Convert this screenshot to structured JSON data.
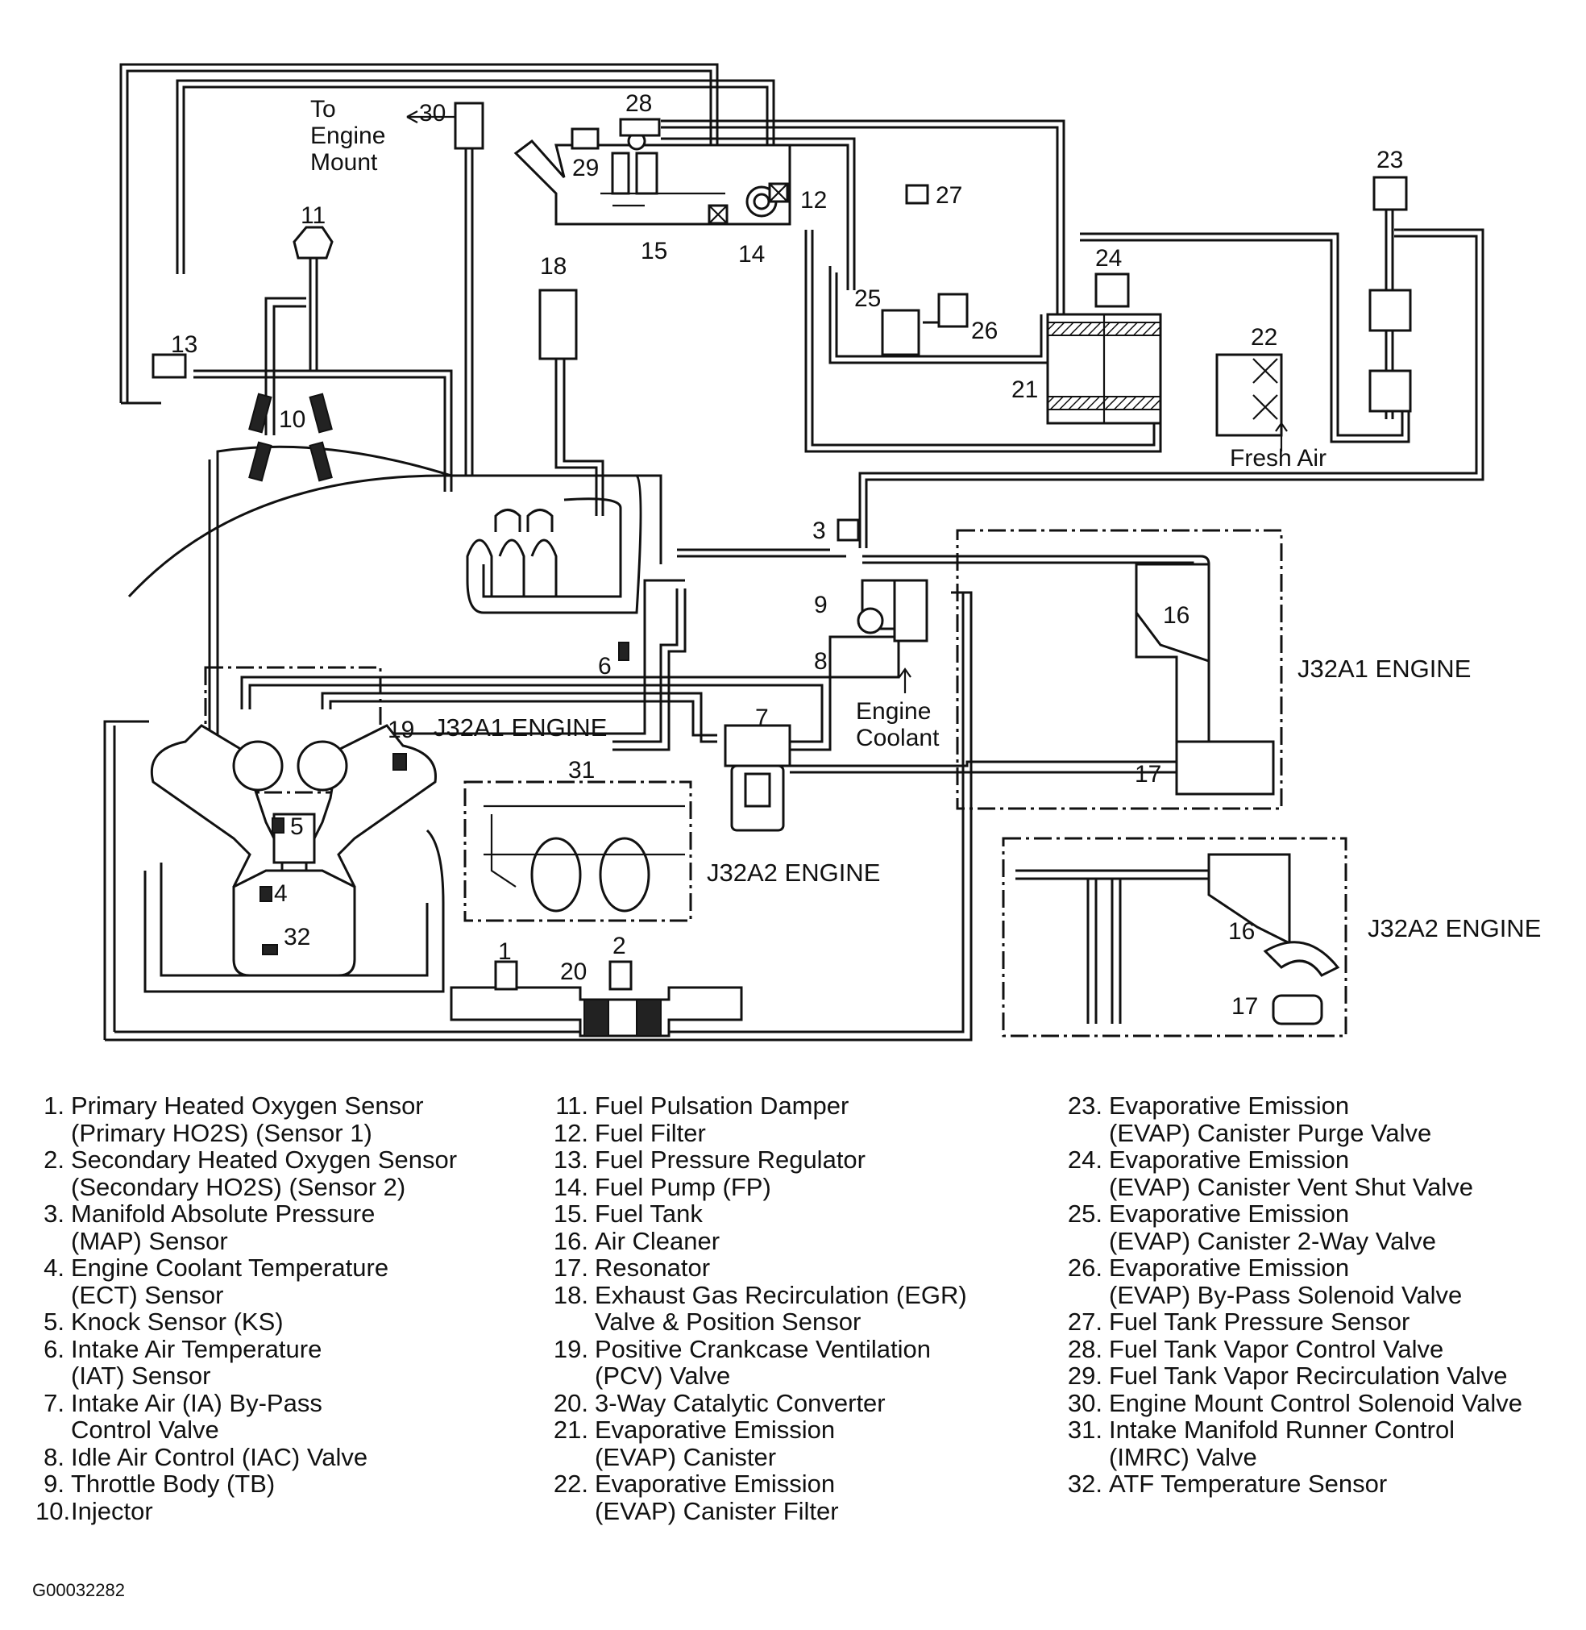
{
  "diagram": {
    "text_labels": {
      "to_engine_mount": [
        "To",
        "Engine",
        "Mount"
      ],
      "engine_coolant": [
        "Engine",
        "Coolant"
      ],
      "fresh_air": "Fresh Air",
      "j32a1_engine_top": "J32A1 ENGINE",
      "j32a1_engine_mid": "J32A1 ENGINE",
      "j32a2_engine_mid": "J32A2 ENGINE",
      "j32a2_engine_right": "J32A2 ENGINE"
    },
    "callouts": {
      "c1": "1",
      "c2": "2",
      "c3": "3",
      "c4": "4",
      "c5": "5",
      "c6": "6",
      "c7": "7",
      "c8": "8",
      "c9": "9",
      "c10": "10",
      "c11": "11",
      "c12": "12",
      "c13": "13",
      "c14": "14",
      "c15": "15",
      "c16a": "16",
      "c16b": "16",
      "c17a": "17",
      "c17b": "17",
      "c18": "18",
      "c19": "19",
      "c20": "20",
      "c21": "21",
      "c22": "22",
      "c23": "23",
      "c24": "24",
      "c25": "25",
      "c26": "26",
      "c27": "27",
      "c28": "28",
      "c29": "29",
      "c30": "30",
      "c31": "31",
      "c32": "32"
    }
  },
  "legend": {
    "columns": [
      [
        {
          "num": "1.",
          "lines": [
            "Primary Heated Oxygen Sensor",
            "(Primary HO2S) (Sensor 1)"
          ]
        },
        {
          "num": "2.",
          "lines": [
            "Secondary Heated Oxygen Sensor",
            "(Secondary HO2S) (Sensor 2)"
          ]
        },
        {
          "num": "3.",
          "lines": [
            "Manifold Absolute Pressure",
            "(MAP) Sensor"
          ]
        },
        {
          "num": "4.",
          "lines": [
            "Engine Coolant Temperature",
            "(ECT) Sensor"
          ]
        },
        {
          "num": "5.",
          "lines": [
            "Knock Sensor (KS)"
          ]
        },
        {
          "num": "6.",
          "lines": [
            "Intake Air Temperature",
            "(IAT) Sensor"
          ]
        },
        {
          "num": "7.",
          "lines": [
            "Intake Air (IA) By-Pass",
            "Control Valve"
          ]
        },
        {
          "num": "8.",
          "lines": [
            "Idle Air Control (IAC) Valve"
          ]
        },
        {
          "num": "9.",
          "lines": [
            "Throttle Body (TB)"
          ]
        },
        {
          "num": "10.",
          "lines": [
            "Injector"
          ]
        }
      ],
      [
        {
          "num": "11.",
          "lines": [
            "Fuel Pulsation Damper"
          ]
        },
        {
          "num": "12.",
          "lines": [
            "Fuel Filter"
          ]
        },
        {
          "num": "13.",
          "lines": [
            "Fuel Pressure Regulator"
          ]
        },
        {
          "num": "14.",
          "lines": [
            "Fuel Pump (FP)"
          ]
        },
        {
          "num": "15.",
          "lines": [
            "Fuel Tank"
          ]
        },
        {
          "num": "16.",
          "lines": [
            "Air Cleaner"
          ]
        },
        {
          "num": "17.",
          "lines": [
            "Resonator"
          ]
        },
        {
          "num": "18.",
          "lines": [
            "Exhaust Gas Recirculation (EGR)",
            "Valve & Position Sensor"
          ]
        },
        {
          "num": "19.",
          "lines": [
            "Positive Crankcase Ventilation",
            "(PCV) Valve"
          ]
        },
        {
          "num": "20.",
          "lines": [
            "3-Way Catalytic Converter"
          ]
        },
        {
          "num": "21.",
          "lines": [
            "Evaporative Emission",
            "(EVAP) Canister"
          ]
        },
        {
          "num": "22.",
          "lines": [
            "Evaporative Emission",
            "(EVAP) Canister Filter"
          ]
        }
      ],
      [
        {
          "num": "23.",
          "lines": [
            "Evaporative Emission",
            "(EVAP) Canister Purge Valve"
          ]
        },
        {
          "num": "24.",
          "lines": [
            "Evaporative Emission",
            "(EVAP) Canister Vent Shut Valve"
          ]
        },
        {
          "num": "25.",
          "lines": [
            "Evaporative Emission",
            "(EVAP) Canister 2-Way Valve"
          ]
        },
        {
          "num": "26.",
          "lines": [
            "Evaporative Emission",
            "(EVAP) By-Pass Solenoid Valve"
          ]
        },
        {
          "num": "27.",
          "lines": [
            "Fuel Tank Pressure Sensor"
          ]
        },
        {
          "num": "28.",
          "lines": [
            "Fuel Tank Vapor Control Valve"
          ]
        },
        {
          "num": "29.",
          "lines": [
            "Fuel Tank Vapor Recirculation Valve"
          ]
        },
        {
          "num": "30.",
          "lines": [
            "Engine Mount Control Solenoid Valve"
          ]
        },
        {
          "num": "31.",
          "lines": [
            "Intake Manifold Runner Control",
            "(IMRC) Valve"
          ]
        },
        {
          "num": "32.",
          "lines": [
            "ATF Temperature Sensor"
          ]
        }
      ]
    ]
  },
  "figure_id": "G00032282"
}
